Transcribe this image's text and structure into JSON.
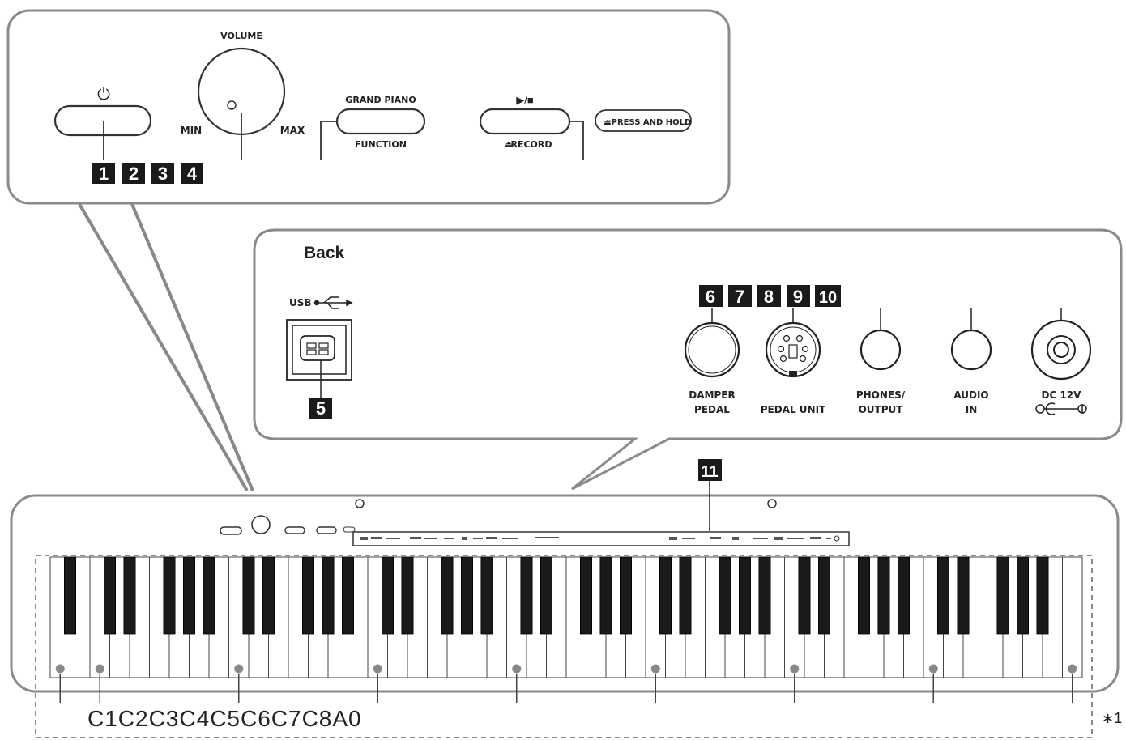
{
  "top_panel": {
    "volume_label": "VOLUME",
    "min_label": "MIN",
    "max_label": "MAX",
    "grand_piano_label": "GRAND PIANO",
    "function_label": "FUNCTION",
    "play_stop_label": "▶/■",
    "record_label": "RECORD",
    "press_hold_label": ":PRESS AND HOLD",
    "callouts": [
      "1",
      "2",
      "3",
      "4"
    ]
  },
  "back_panel": {
    "title": "Back",
    "usb_label": "USB",
    "usb_callout": "5",
    "callouts": [
      "6",
      "7",
      "8",
      "9",
      "10"
    ],
    "jacks": {
      "damper_pedal": [
        "DAMPER",
        "PEDAL"
      ],
      "pedal_unit": "PEDAL UNIT",
      "phones_output": [
        "PHONES/",
        "OUTPUT"
      ],
      "audio_in": [
        "AUDIO",
        "IN"
      ],
      "dc": "DC 12V"
    }
  },
  "keyboard": {
    "callout": "11",
    "note_labels": [
      "C1",
      "C2",
      "C3",
      "C4",
      "C5",
      "C6",
      "C7",
      "C8",
      "A0"
    ],
    "footnote": "∗1"
  }
}
